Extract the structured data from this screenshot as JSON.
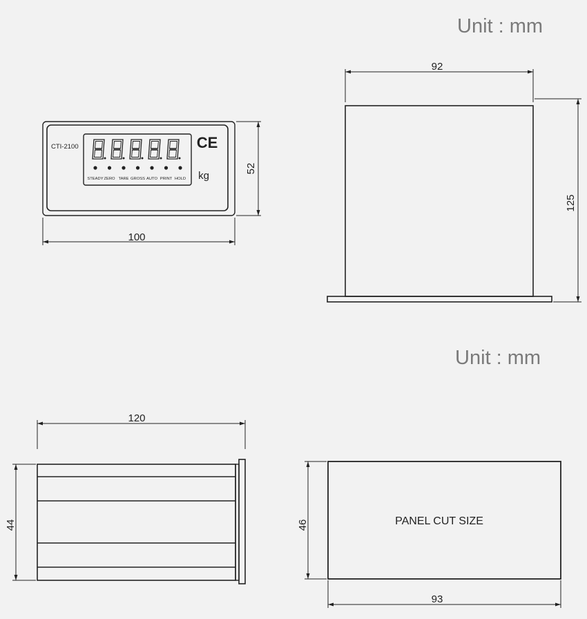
{
  "units": {
    "top": "Unit : mm",
    "bottom": "Unit : mm"
  },
  "front_view": {
    "model": "CTI-2100",
    "ce_mark": "CE",
    "unit_label": "kg",
    "display_digits": [
      "8.",
      "8.",
      "8.",
      "8.",
      "8."
    ],
    "indicators": [
      "STEADY",
      "ZERO",
      "TARE",
      "GROSS",
      "AUTO",
      "PRINT",
      "HOLD"
    ],
    "dim_width": "100",
    "dim_height": "52"
  },
  "side_view": {
    "dim_width": "92",
    "dim_height": "125"
  },
  "top_view": {
    "dim_length": "120",
    "dim_height": "44"
  },
  "panel_cut": {
    "label": "PANEL CUT SIZE",
    "dim_width": "93",
    "dim_height": "46"
  },
  "colors": {
    "background": "#f2f2f2",
    "stroke": "#222222",
    "unit_text": "#7a7a7a"
  }
}
